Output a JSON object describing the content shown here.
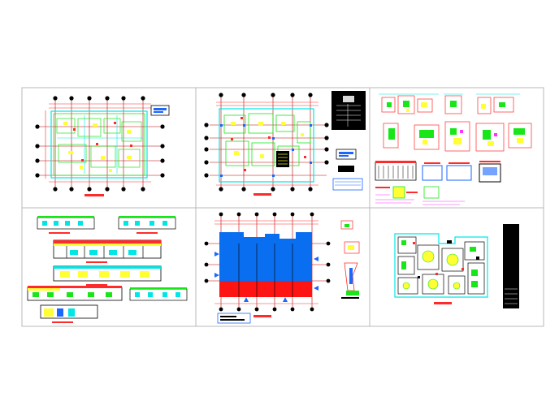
{
  "sheet": {
    "background": "#ffffff",
    "frame_color": "#b8b8b8",
    "panels": [
      {
        "id": "panel-1",
        "content": "ground-floor-plan"
      },
      {
        "id": "panel-2",
        "content": "structural-floor-plan"
      },
      {
        "id": "panel-3",
        "content": "construction-details"
      },
      {
        "id": "panel-4",
        "content": "elevations-and-sections"
      },
      {
        "id": "panel-5",
        "content": "roof-plan"
      },
      {
        "id": "panel-6",
        "content": "furnished-layout-plan"
      }
    ]
  },
  "palette": {
    "red": "#ff2a2a",
    "yellow": "#ffff33",
    "green": "#19e619",
    "cyan": "#00e6e6",
    "blue": "#1a66ff",
    "roof_blue": "#0a6ef0",
    "roof_red": "#ff1414",
    "magenta": "#ff33ff",
    "dark": "#000000",
    "navy": "#1a1a8c",
    "tan": "#d9a66b"
  },
  "icons": {
    "grid-bubble": "circle",
    "title-stamp": "rect",
    "north-arrow": "triangle"
  }
}
